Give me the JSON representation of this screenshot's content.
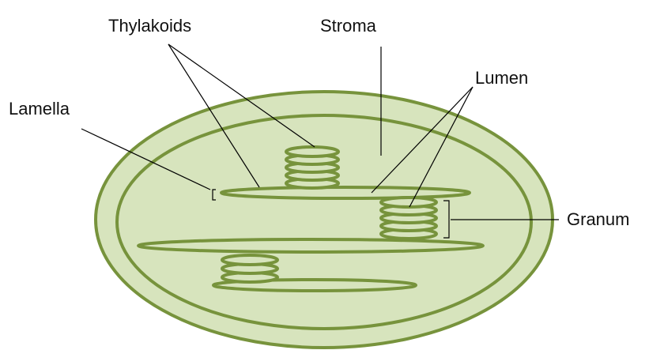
{
  "labels": {
    "thylakoids": "Thylakoids",
    "stroma": "Stroma",
    "lumen": "Lumen",
    "lamella": "Lamella",
    "granum": "Granum"
  },
  "colors": {
    "outline": "#77933c",
    "fill": "#d7e4bd",
    "line": "#000000"
  }
}
